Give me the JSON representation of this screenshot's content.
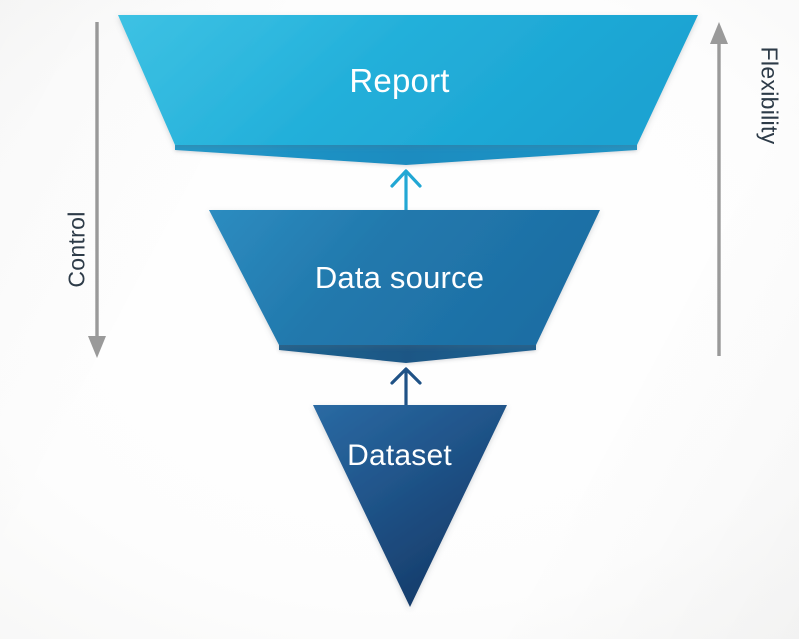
{
  "diagram": {
    "type": "inverted-funnel",
    "background_color": "#f7f7f6",
    "stages": [
      {
        "id": "report",
        "label": "Report",
        "shape": "trapezoid",
        "fill_from": "#36bfe3",
        "fill_to": "#1ba7d4",
        "ribbon_color": "#1b90c4",
        "text_color": "#ffffff"
      },
      {
        "id": "data-source",
        "label": "Data source",
        "shape": "trapezoid",
        "fill_from": "#2a83b9",
        "fill_to": "#1e6fa4",
        "ribbon_color": "#1c5c8d",
        "text_color": "#ffffff"
      },
      {
        "id": "dataset",
        "label": "Dataset",
        "shape": "triangle",
        "fill_from": "#255f9a",
        "fill_to": "#173f6e",
        "ribbon_color": "#1c4f80",
        "text_color": "#ffffff"
      }
    ],
    "connectors": [
      {
        "id": "data-source-to-report",
        "from": "data-source",
        "to": "report",
        "direction": "up",
        "color": "#22a7d4"
      },
      {
        "id": "dataset-to-data-source",
        "from": "dataset",
        "to": "data-source",
        "direction": "up",
        "color": "#1f5286"
      }
    ],
    "axes": [
      {
        "id": "control",
        "label": "Control",
        "side": "left",
        "direction": "down",
        "arrow_color": "#9a9a9a",
        "text_color": "#2d3b48"
      },
      {
        "id": "flexibility",
        "label": "Flexibility",
        "side": "right",
        "direction": "up",
        "arrow_color": "#9a9a9a",
        "text_color": "#2d3b48"
      }
    ]
  }
}
